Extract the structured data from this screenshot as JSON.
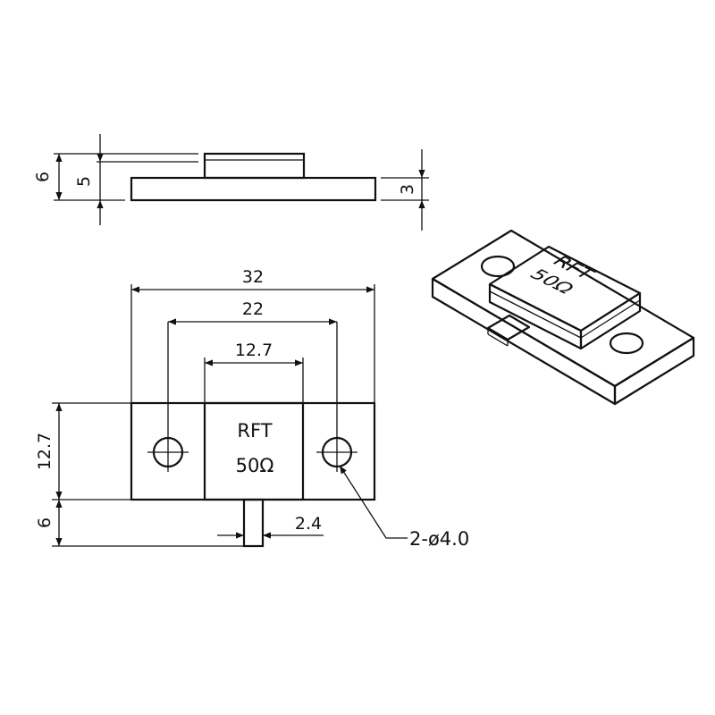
{
  "side_view": {
    "dim_total": "6",
    "dim_body": "5",
    "dim_flange": "3"
  },
  "top_view": {
    "dim_width": "32",
    "dim_hole_pitch": "22",
    "dim_body_width": "12.7",
    "dim_height": "12.7",
    "dim_tab_length": "6",
    "dim_tab_width": "2.4",
    "hole_callout": "2-ø4.0",
    "body_label_line1": "RFT",
    "body_label_line2": "50Ω"
  },
  "iso_view": {
    "label_line1": "RFT",
    "label_line2": "50Ω"
  },
  "colors": {
    "line": "#111111",
    "background": "#ffffff"
  }
}
